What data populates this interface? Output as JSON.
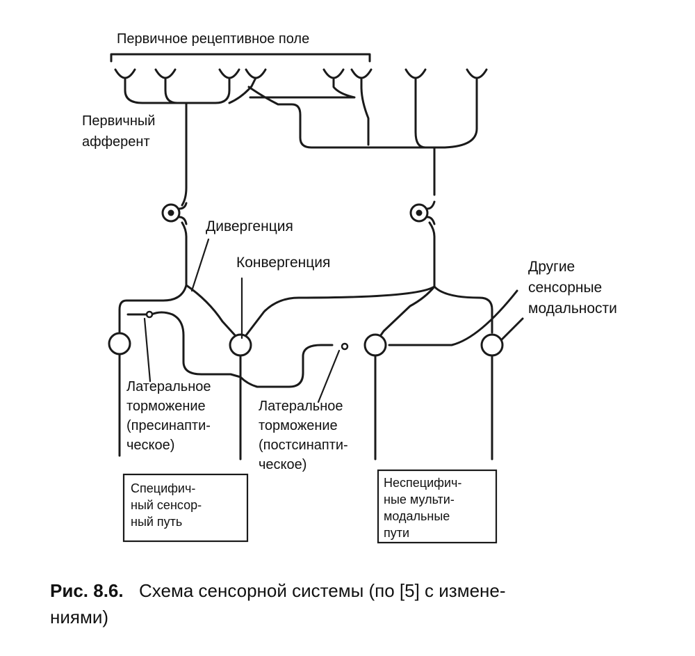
{
  "labels": {
    "primary_field": "Первичное рецептивное поле",
    "primary_afferent_1": "Первичный",
    "primary_afferent_2": "афферент",
    "divergence": "Дивергенция",
    "convergence": "Конвергенция",
    "other_modalities_1": "Другие",
    "other_modalities_2": "сенсорные",
    "other_modalities_3": "модальности",
    "lat_pre_1": "Латеральное",
    "lat_pre_2": "торможение",
    "lat_pre_3": "(пресинапти-",
    "lat_pre_4": "ческое)",
    "lat_post_1": "Латеральное",
    "lat_post_2": "торможение",
    "lat_post_3": "(постсинапти-",
    "lat_post_4": "ческое)"
  },
  "boxes": {
    "specific_1": "Специфич-",
    "specific_2": "ный сенсор-",
    "specific_3": "ный путь",
    "nonspecific_1": "Неспецифич-",
    "nonspecific_2": "ные мульти-",
    "nonspecific_3": "модальные",
    "nonspecific_4": "пути"
  },
  "caption": {
    "number": "Рис. 8.6.",
    "line1": "Схема сенсорной системы (по [5] с измене-",
    "line2": "ниями)"
  }
}
